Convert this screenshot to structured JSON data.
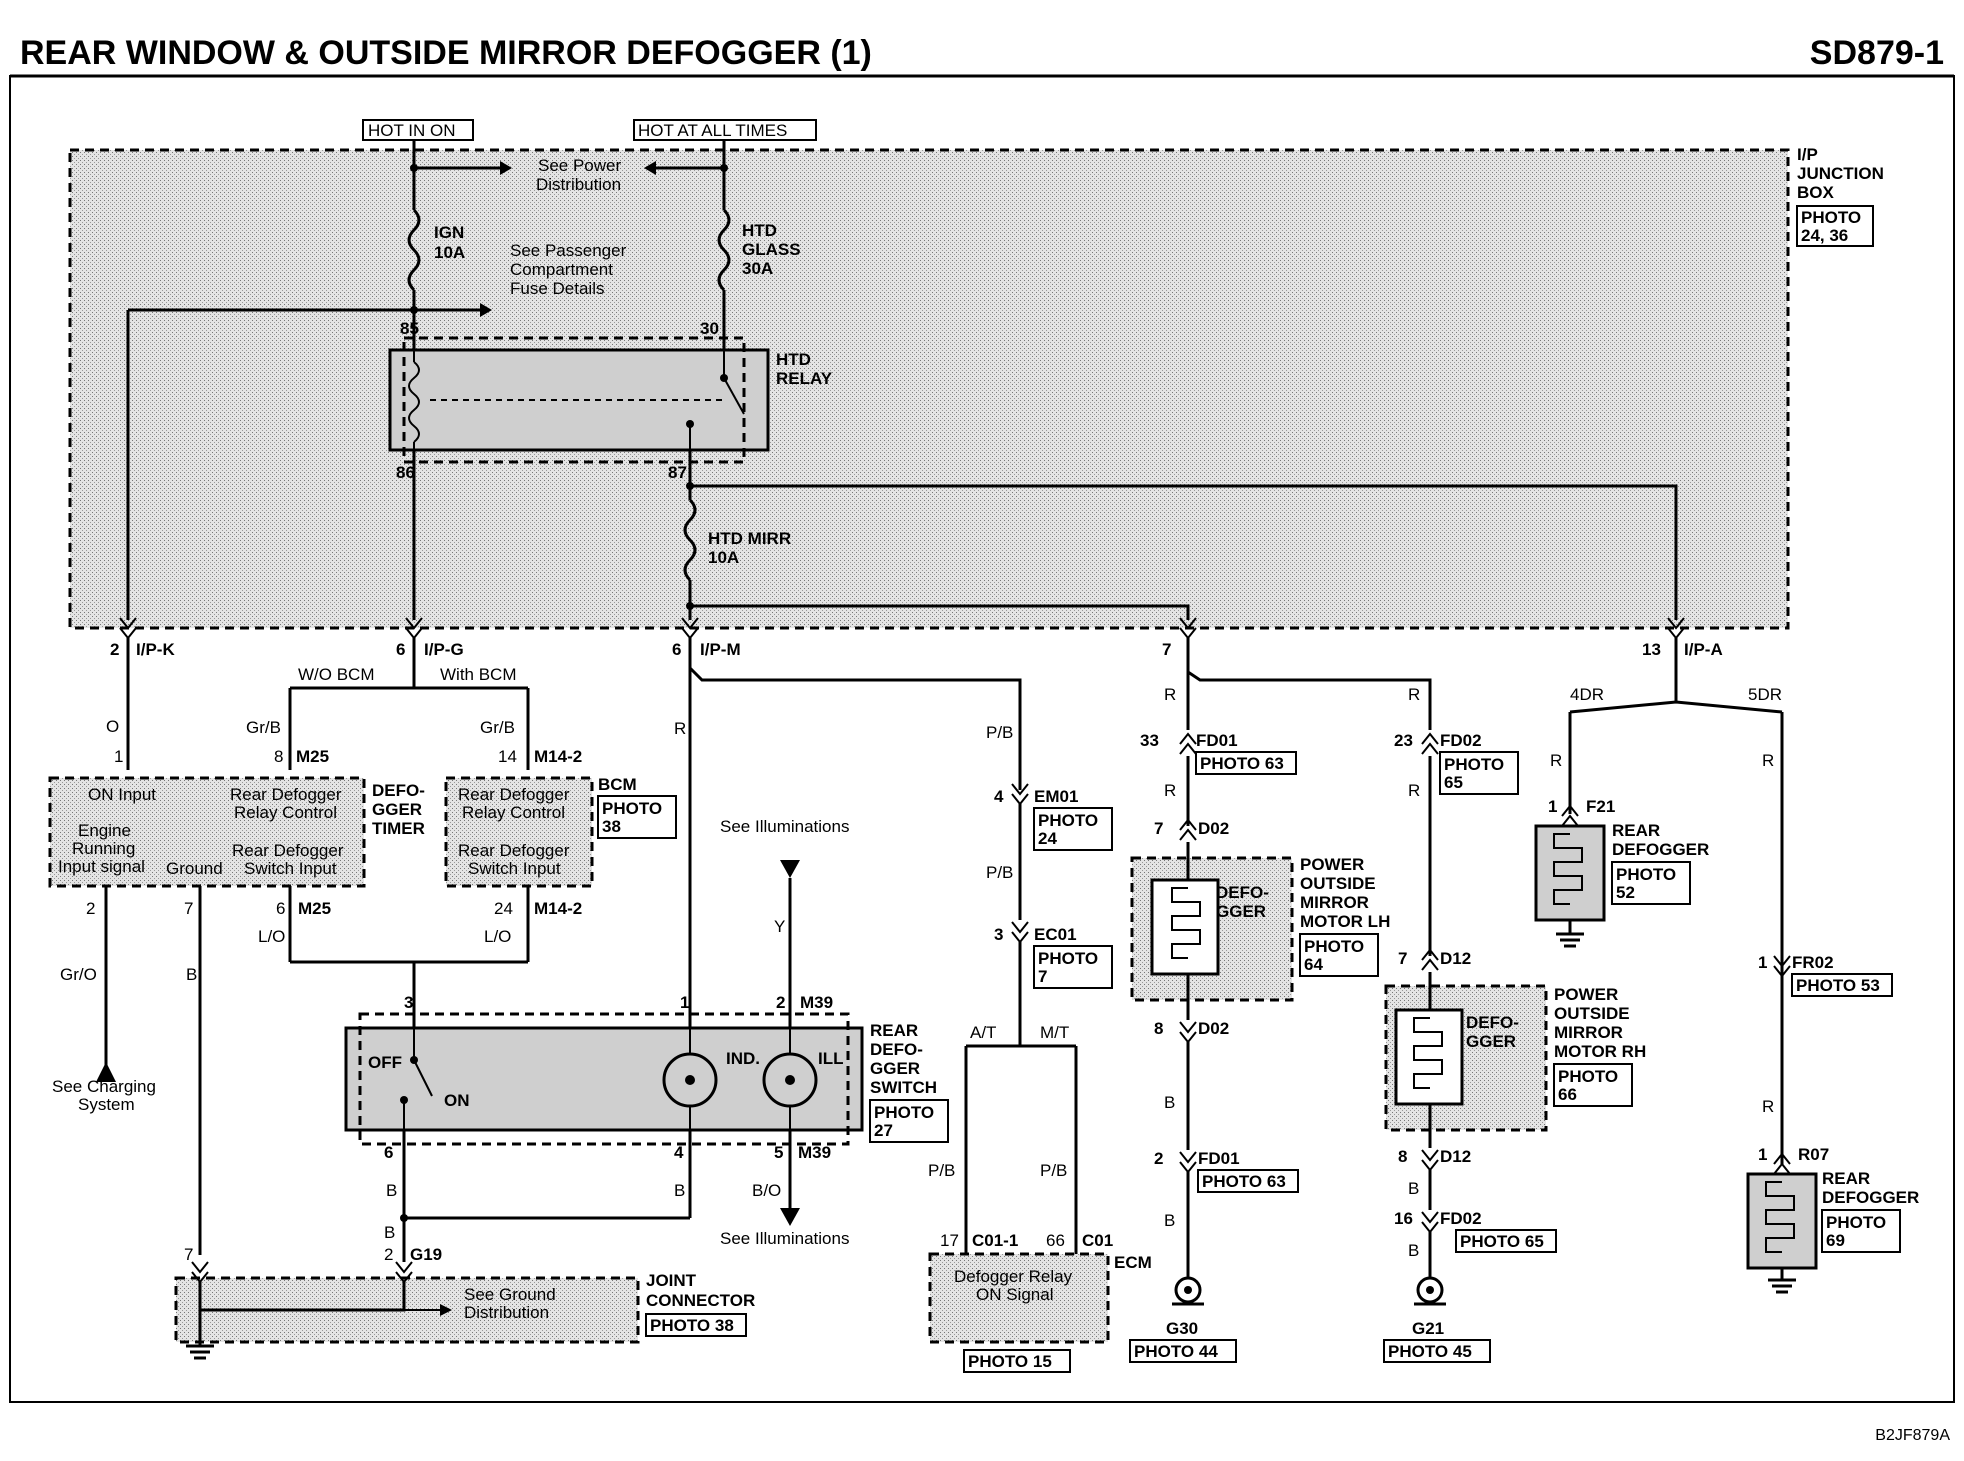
{
  "title": "REAR WINDOW & OUTSIDE MIRROR DEFOGGER (1)",
  "code": "SD879-1",
  "footer_code": "B2JF879A",
  "power": {
    "hot_in_on": "HOT IN ON",
    "hot_at_all_times": "HOT AT ALL TIMES",
    "see_power_1": "See Power",
    "see_power_2": "Distribution",
    "see_pass_1": "See Passenger",
    "see_pass_2": "Compartment",
    "see_pass_3": "Fuse Details"
  },
  "fuses": {
    "ign_1": "IGN",
    "ign_2": "10A",
    "htd_glass_1": "HTD",
    "htd_glass_2": "GLASS",
    "htd_glass_3": "30A",
    "htd_mirr_1": "HTD MIRR",
    "htd_mirr_2": "10A"
  },
  "junction_box": {
    "l1": "I/P",
    "l2": "JUNCTION",
    "l3": "BOX",
    "photo_1": "PHOTO",
    "photo_2": "24, 36"
  },
  "relay": {
    "l1": "HTD",
    "l2": "RELAY",
    "p85": "85",
    "p30": "30",
    "p86": "86",
    "p87": "87"
  },
  "ip_pins": {
    "k_num": "2",
    "k_name": "I/P-K",
    "g_num": "6",
    "g_name": "I/P-G",
    "m_num": "6",
    "m_name": "I/P-M",
    "x_num": "7",
    "a_num": "13",
    "a_name": "I/P-A"
  },
  "wires": {
    "o": "O",
    "grb": "Gr/B",
    "gro": "Gr/O",
    "b": "B",
    "lo": "L/O",
    "r": "R",
    "pb": "P/B",
    "y": "Y",
    "bo": "B/O"
  },
  "variants": {
    "wo_bcm": "W/O BCM",
    "with_bcm": "With BCM",
    "at": "A/T",
    "mt": "M/T",
    "d4": "4DR",
    "d5": "5DR"
  },
  "timer": {
    "l1": "DEFO-",
    "l2": "GGER",
    "l3": "TIMER",
    "on_input": "ON Input",
    "rdrc_1": "Rear Defogger",
    "rdrc_2": "Relay Control",
    "engine_1": "Engine",
    "engine_2": "Running",
    "engine_3": "Input signal",
    "ground": "Ground",
    "rdsi_1": "Rear Defogger",
    "rdsi_2": "Switch Input",
    "pin1": "1",
    "pin8": "8",
    "conn_m25": "M25",
    "pin2": "2",
    "pin7": "7",
    "pin6": "6"
  },
  "bcm": {
    "label": "BCM",
    "photo_1": "PHOTO",
    "photo_2": "38",
    "rdrc_1": "Rear Defogger",
    "rdrc_2": "Relay Control",
    "rdsi_1": "Rear Defogger",
    "rdsi_2": "Switch Input",
    "pin14": "14",
    "conn": "M14-2",
    "pin24": "24"
  },
  "see_charging_1": "See Charging",
  "see_charging_2": "System",
  "see_illum_top": "See Illuminations",
  "see_illum_bottom": "See Illuminations",
  "switch": {
    "l1": "REAR",
    "l2": "DEFO-",
    "l3": "GGER",
    "l4": "SWITCH",
    "photo_1": "PHOTO",
    "photo_2": "27",
    "off": "OFF",
    "on": "ON",
    "ind": "IND.",
    "ill": "ILL",
    "p3": "3",
    "p1": "1",
    "p2": "2",
    "conn_top": "M39",
    "p6": "6",
    "p4": "4",
    "p5": "5",
    "conn_bot": "M39"
  },
  "g19": {
    "pin": "2",
    "name": "G19"
  },
  "joint": {
    "l1": "JOINT",
    "l2": "CONNECTOR",
    "photo": "PHOTO 38",
    "pin7": "7",
    "see_1": "See Ground",
    "see_2": "Distribution"
  },
  "em01": {
    "pin": "4",
    "name": "EM01",
    "photo_1": "PHOTO",
    "photo_2": "24"
  },
  "ec01": {
    "pin": "3",
    "name": "EC01",
    "photo_1": "PHOTO",
    "photo_2": "7"
  },
  "ecm": {
    "pin17": "17",
    "conn1": "C01-1",
    "pin66": "66",
    "conn2": "C01",
    "label": "ECM",
    "sig_1": "Defogger Relay",
    "sig_2": "ON Signal",
    "photo": "PHOTO 15"
  },
  "lh": {
    "fd01_pin": "33",
    "fd01": "FD01",
    "fd01_photo": "PHOTO 63",
    "d02_pin_top": "7",
    "d02": "D02",
    "l1": "POWER",
    "l2": "OUTSIDE",
    "l3": "MIRROR",
    "l4": "MOTOR LH",
    "photo_1": "PHOTO",
    "photo_2": "64",
    "elem_1": "DEFO-",
    "elem_2": "GGER",
    "d02_pin_bot": "8",
    "d02_bot": "D02",
    "fd01b_pin": "2",
    "fd01b": "FD01",
    "fd01b_photo": "PHOTO 63",
    "ground": "G30",
    "ground_photo": "PHOTO 44"
  },
  "rh": {
    "fd02_pin": "23",
    "fd02": "FD02",
    "fd02_photo_1": "PHOTO",
    "fd02_photo_2": "65",
    "d12_pin_top": "7",
    "d12": "D12",
    "l1": "POWER",
    "l2": "OUTSIDE",
    "l3": "MIRROR",
    "l4": "MOTOR RH",
    "photo_1": "PHOTO",
    "photo_2": "66",
    "elem_1": "DEFO-",
    "elem_2": "GGER",
    "d12_pin_bot": "8",
    "d12_bot": "D12",
    "fd02b_pin": "16",
    "fd02b": "FD02",
    "fd02b_photo": "PHOTO 65",
    "ground": "G21",
    "ground_photo": "PHOTO 45"
  },
  "rear_4dr": {
    "pin": "1",
    "conn": "F21",
    "l1": "REAR",
    "l2": "DEFOGGER",
    "photo_1": "PHOTO",
    "photo_2": "52"
  },
  "rear_5dr": {
    "fr02_pin": "1",
    "fr02": "FR02",
    "fr02_photo": "PHOTO 53",
    "pin": "1",
    "conn": "R07",
    "l1": "REAR",
    "l2": "DEFOGGER",
    "photo_1": "PHOTO",
    "photo_2": "69"
  }
}
